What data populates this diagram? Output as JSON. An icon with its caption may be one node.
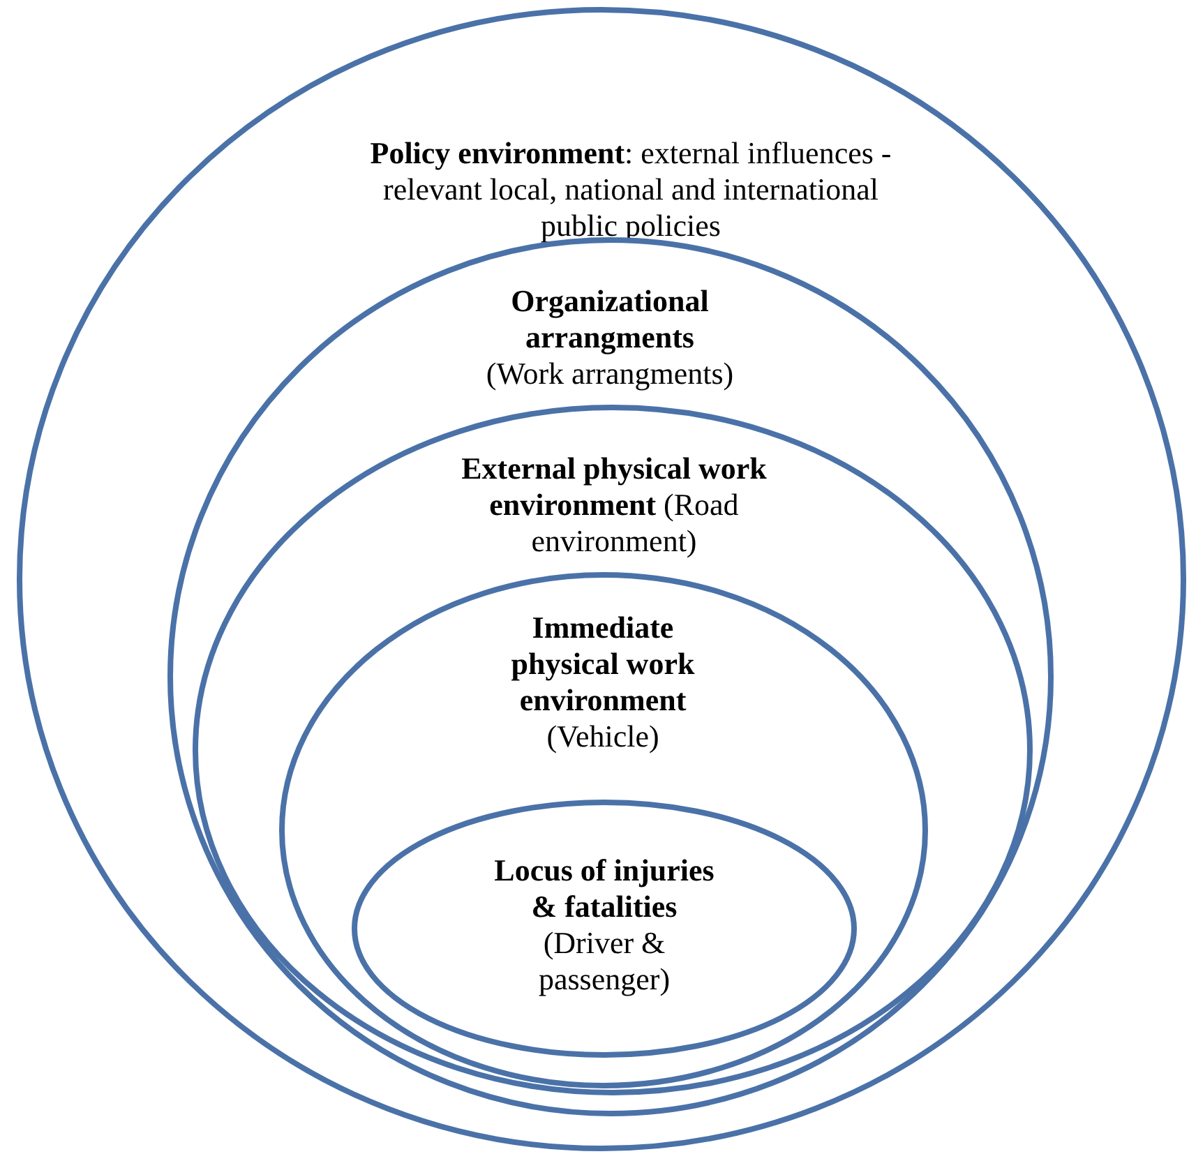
{
  "diagram": {
    "nodes": [
      {
        "text": [
          "**Policy environment**: external influences - relevant local, national and international public policies"
        ]
      },
      {
        "text": [
          "Organizational arrangments",
          "(Work arrangments)"
        ],
        "in": 0
      },
      {
        "text": [
          "**External physical work environment** (Road environment)"
        ],
        "in": 1
      },
      {
        "text": [
          "Immediate physical work environment",
          "(Vehicle)"
        ],
        "in": 2
      },
      {
        "text": [
          "Locus of injuries & fatalities",
          "(Driver & passenger)"
        ],
        "in": 3
      }
    ]
  }
}
